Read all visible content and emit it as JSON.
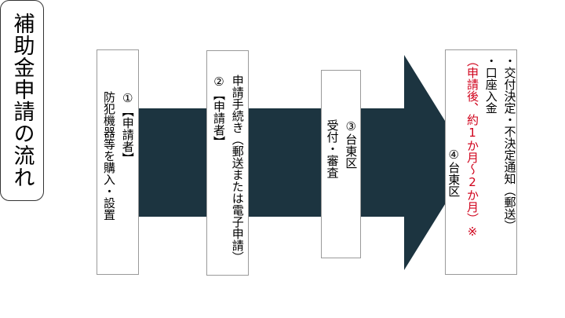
{
  "title": "補助金申請の流れ",
  "steps": [
    {
      "number": "①",
      "role": "【申請者】",
      "text": "防犯機器等を購入・設置"
    },
    {
      "number": "②",
      "role": "【申請者】",
      "text": "申請手続き（郵送または電子申請）"
    },
    {
      "number": "③",
      "place": "台東区",
      "text": "受付・審査"
    },
    {
      "number": "④",
      "place": "台東区",
      "bullet1": "・交付決定・不決定通知（郵送）",
      "bullet2": "・口座入金",
      "note": "（申請後、約1か月～2か月）※"
    }
  ],
  "colors": {
    "arrow": "#1c3440",
    "note": "#d0021b"
  }
}
